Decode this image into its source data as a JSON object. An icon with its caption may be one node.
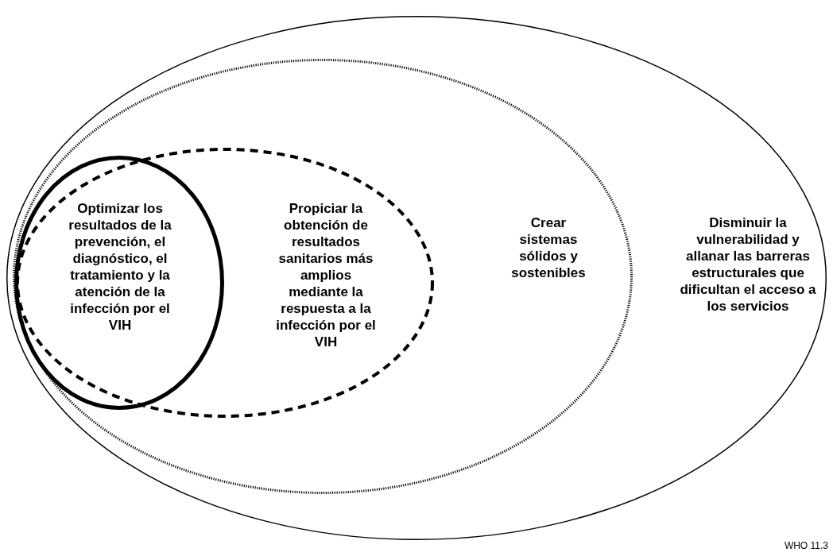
{
  "diagram": {
    "nodes": [
      {
        "text": [
          "Disminuir la vulnerabilidad y allanar las barreras estructurales que dificultan el acceso a los servicios"
        ]
      },
      {
        "text": [
          "Crear sistemas sólidos y sostenibles"
        ],
        "in": 0
      },
      {
        "text": [
          "Propiciar la obtención de resultados sanitarios más amplios mediante la respuesta a la infección por el VIH"
        ],
        "in": 1
      },
      {
        "text": [
          "Optimizar los resultados de la prevención, el diagnóstico, el tratamiento y la atención de la infección por el VIH"
        ],
        "in": 2
      }
    ],
    "labels": [
      "WHO 11.3"
    ]
  }
}
